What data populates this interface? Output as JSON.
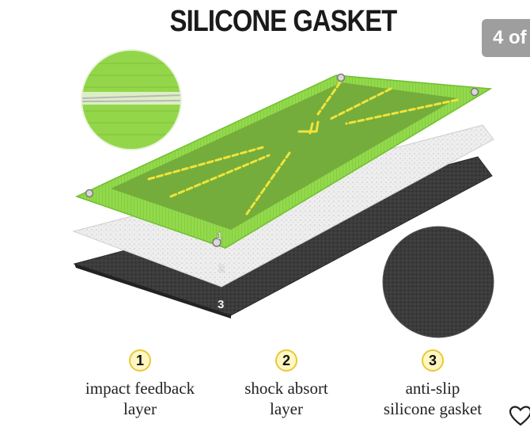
{
  "title": "SILICONE GASKET",
  "image_counter": "4 of",
  "layer_tags": {
    "one": "1",
    "two": "2",
    "three": "3"
  },
  "layers": [
    {
      "number": "1",
      "caption_line1": "impact feedback",
      "caption_line2": "layer"
    },
    {
      "number": "2",
      "caption_line1": "shock absort",
      "caption_line2": "layer"
    },
    {
      "number": "3",
      "caption_line1": "anti-slip",
      "caption_line2": "silicone gasket"
    }
  ],
  "colors": {
    "mat_green": "#8fd64a",
    "mat_inner": "#6fa83a",
    "guide_yellow": "#f2e83a",
    "foam_white": "#ececec",
    "rubber_dark": "#3a3a3a",
    "badge_yellow": "#e8c93a"
  },
  "icons": [
    "heart-icon"
  ]
}
